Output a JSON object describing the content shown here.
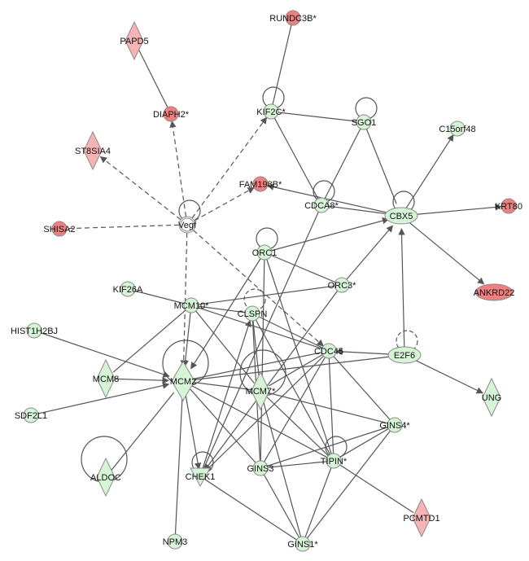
{
  "network": {
    "colors": {
      "up_strong": "#f08080",
      "up_light": "#f8b4b4",
      "down": "#d6f5d6",
      "none": "#ffffff",
      "edge": "#555555",
      "stroke": "#8a8a8a"
    },
    "nodes": [
      {
        "id": "PAPD5",
        "label": "PAPD5",
        "shape": "diamond",
        "color": "up_light"
      },
      {
        "id": "RUNDC3B",
        "label": "RUNDC3B*",
        "shape": "circle",
        "color": "up_strong"
      },
      {
        "id": "DIAPH2",
        "label": "DIAPH2*",
        "shape": "circle",
        "color": "up_strong"
      },
      {
        "id": "KIF2C",
        "label": "KIF2C*",
        "shape": "circle",
        "color": "down"
      },
      {
        "id": "SGO1",
        "label": "SGO1",
        "shape": "circle",
        "color": "down"
      },
      {
        "id": "C15orf48",
        "label": "C15orf48",
        "shape": "circle",
        "color": "down"
      },
      {
        "id": "ST8SIA4",
        "label": "ST8SIA4",
        "shape": "diamond",
        "color": "up_light"
      },
      {
        "id": "FAM198B",
        "label": "FAM198B*",
        "shape": "circle",
        "color": "up_strong"
      },
      {
        "id": "CDCA8",
        "label": "CDCA8*",
        "shape": "circle",
        "color": "down"
      },
      {
        "id": "CBX5",
        "label": "CBX5",
        "shape": "ellipse",
        "color": "down"
      },
      {
        "id": "KRT80",
        "label": "KRT80",
        "shape": "circle",
        "color": "up_strong"
      },
      {
        "id": "SHISA2",
        "label": "SHISA2",
        "shape": "circle",
        "color": "up_strong"
      },
      {
        "id": "Vegf",
        "label": "Vegf",
        "shape": "double",
        "color": "none"
      },
      {
        "id": "ORC1",
        "label": "ORC1",
        "shape": "circle",
        "color": "down"
      },
      {
        "id": "KIF26A",
        "label": "KIF26A",
        "shape": "circle",
        "color": "down"
      },
      {
        "id": "ORC3",
        "label": "ORC3*",
        "shape": "circle",
        "color": "down"
      },
      {
        "id": "ANKRD22",
        "label": "ANKRD22",
        "shape": "ellipse",
        "color": "up_strong"
      },
      {
        "id": "MCM10",
        "label": "MCM10*",
        "shape": "circle",
        "color": "down"
      },
      {
        "id": "CLSPN",
        "label": "CLSPN",
        "shape": "circle",
        "color": "down"
      },
      {
        "id": "HIST1H2BJ",
        "label": "HIST1H2BJ",
        "shape": "circle",
        "color": "down"
      },
      {
        "id": "CDC45",
        "label": "CDC45",
        "shape": "circle",
        "color": "down"
      },
      {
        "id": "E2F6",
        "label": "E2F6",
        "shape": "ellipse",
        "color": "down"
      },
      {
        "id": "MCM8",
        "label": "MCM8",
        "shape": "diamond",
        "color": "down"
      },
      {
        "id": "MCM2",
        "label": "MCM2",
        "shape": "diamond",
        "color": "down"
      },
      {
        "id": "MCM7",
        "label": "MCM7*",
        "shape": "diamond",
        "color": "down"
      },
      {
        "id": "UNG",
        "label": "UNG",
        "shape": "diamond",
        "color": "down"
      },
      {
        "id": "SDF2L1",
        "label": "SDF2L1",
        "shape": "circle",
        "color": "down"
      },
      {
        "id": "GINS4",
        "label": "GINS4*",
        "shape": "circle",
        "color": "down"
      },
      {
        "id": "TIPIN",
        "label": "TIPIN*",
        "shape": "circle",
        "color": "down"
      },
      {
        "id": "GINS3",
        "label": "GINS3",
        "shape": "circle",
        "color": "down"
      },
      {
        "id": "ALDOC",
        "label": "ALDOC",
        "shape": "diamond",
        "color": "down"
      },
      {
        "id": "CHEK1",
        "label": "CHEK1",
        "shape": "triangle",
        "color": "down"
      },
      {
        "id": "NPM3",
        "label": "NPM3",
        "shape": "circle",
        "color": "down"
      },
      {
        "id": "GINS1",
        "label": "GINS1*",
        "shape": "circle",
        "color": "down"
      },
      {
        "id": "PCMTD1",
        "label": "PCMTD1",
        "shape": "diamond",
        "color": "up_light"
      }
    ],
    "edges": [
      [
        "PAPD5",
        "DIAPH2",
        0,
        0
      ],
      [
        "RUNDC3B",
        "KIF2C",
        0,
        0
      ],
      [
        "Vegf",
        "DIAPH2",
        1,
        1
      ],
      [
        "Vegf",
        "KIF2C",
        1,
        1
      ],
      [
        "Vegf",
        "ST8SIA4",
        1,
        1
      ],
      [
        "Vegf",
        "FAM198B",
        1,
        1
      ],
      [
        "Vegf",
        "SHISA2",
        0,
        1
      ],
      [
        "Vegf",
        "MCM2",
        1,
        1
      ],
      [
        "Vegf",
        "CDC45",
        1,
        1
      ],
      [
        "KIF2C",
        "SGO1",
        0,
        0
      ],
      [
        "KIF2C",
        "CDCA8",
        0,
        0
      ],
      [
        "SGO1",
        "CDCA8",
        0,
        0
      ],
      [
        "SGO1",
        "CBX5",
        0,
        0
      ],
      [
        "CBX5",
        "C15orf48",
        1,
        0
      ],
      [
        "CBX5",
        "KRT80",
        1,
        0
      ],
      [
        "CBX5",
        "ANKRD22",
        1,
        0
      ],
      [
        "CBX5",
        "FAM198B",
        1,
        0
      ],
      [
        "CBX5",
        "CDCA8",
        0,
        0
      ],
      [
        "ORC1",
        "CBX5",
        1,
        0
      ],
      [
        "ORC3",
        "CBX5",
        1,
        0
      ],
      [
        "E2F6",
        "CBX5",
        1,
        0
      ],
      [
        "CDCA8",
        "CHEK1",
        0,
        0
      ],
      [
        "ORC1",
        "ORC3",
        0,
        0
      ],
      [
        "ORC1",
        "MCM2",
        1,
        0
      ],
      [
        "ORC1",
        "GINS3",
        0,
        0
      ],
      [
        "ORC1",
        "TIPIN",
        0,
        0
      ],
      [
        "KIF26A",
        "MCM10",
        0,
        0
      ],
      [
        "MCM10",
        "ORC3",
        0,
        0
      ],
      [
        "MCM10",
        "CLSPN",
        0,
        0
      ],
      [
        "MCM10",
        "CDC45",
        0,
        0
      ],
      [
        "MCM10",
        "MCM2",
        1,
        0
      ],
      [
        "MCM10",
        "MCM8",
        0,
        0
      ],
      [
        "MCM10",
        "MCM7",
        0,
        0
      ],
      [
        "HIST1H2BJ",
        "MCM2",
        1,
        0
      ],
      [
        "MCM8",
        "MCM2",
        1,
        0
      ],
      [
        "SDF2L1",
        "MCM2",
        1,
        0
      ],
      [
        "ALDOC",
        "MCM2",
        0,
        0
      ],
      [
        "MCM2",
        "CHEK1",
        1,
        0
      ],
      [
        "MCM2",
        "NPM3",
        0,
        0
      ],
      [
        "MCM2",
        "MCM7",
        0,
        0
      ],
      [
        "MCM2",
        "CDC45",
        0,
        0
      ],
      [
        "MCM2",
        "E2F6",
        0,
        0
      ],
      [
        "MCM2",
        "GINS3",
        0,
        0
      ],
      [
        "MCM2",
        "TIPIN",
        0,
        0
      ],
      [
        "CLSPN",
        "CDC45",
        0,
        0
      ],
      [
        "CLSPN",
        "GINS3",
        0,
        0
      ],
      [
        "CLSPN",
        "TIPIN",
        0,
        0
      ],
      [
        "CLSPN",
        "MCM7",
        0,
        0
      ],
      [
        "CHEK1",
        "CLSPN",
        1,
        0
      ],
      [
        "ORC3",
        "CHEK1",
        1,
        0
      ],
      [
        "CDC45",
        "CHEK1",
        1,
        0
      ],
      [
        "CDC45",
        "MCM7",
        0,
        0
      ],
      [
        "CDC45",
        "GINS3",
        0,
        0
      ],
      [
        "CDC45",
        "GINS4",
        0,
        0
      ],
      [
        "CDC45",
        "TIPIN",
        0,
        0
      ],
      [
        "E2F6",
        "CDC45",
        1,
        0
      ],
      [
        "E2F6",
        "UNG",
        1,
        0
      ],
      [
        "MCM7",
        "GINS4",
        0,
        0
      ],
      [
        "MCM7",
        "TIPIN",
        0,
        0
      ],
      [
        "MCM7",
        "GINS1",
        0,
        0
      ],
      [
        "GINS4",
        "GINS3",
        0,
        0
      ],
      [
        "GINS4",
        "TIPIN",
        0,
        0
      ],
      [
        "GINS4",
        "GINS1",
        0,
        0
      ],
      [
        "GINS3",
        "TIPIN",
        0,
        0
      ],
      [
        "GINS3",
        "GINS1",
        0,
        0
      ],
      [
        "TIPIN",
        "GINS1",
        0,
        0
      ],
      [
        "TIPIN",
        "PCMTD1",
        0,
        0
      ],
      [
        "CHEK1",
        "GINS1",
        0,
        0
      ]
    ],
    "self_loops": [
      [
        "KIF2C",
        0
      ],
      [
        "SGO1",
        0
      ],
      [
        "CDCA8",
        0
      ],
      [
        "CBX5",
        0
      ],
      [
        "Vegf",
        0
      ],
      [
        "ORC1",
        0
      ],
      [
        "CLSPN",
        1
      ],
      [
        "MCM2",
        0
      ],
      [
        "MCM7",
        0
      ],
      [
        "ALDOC",
        0
      ],
      [
        "CHEK1",
        0
      ],
      [
        "TIPIN",
        0
      ],
      [
        "E2F6",
        1
      ]
    ]
  }
}
